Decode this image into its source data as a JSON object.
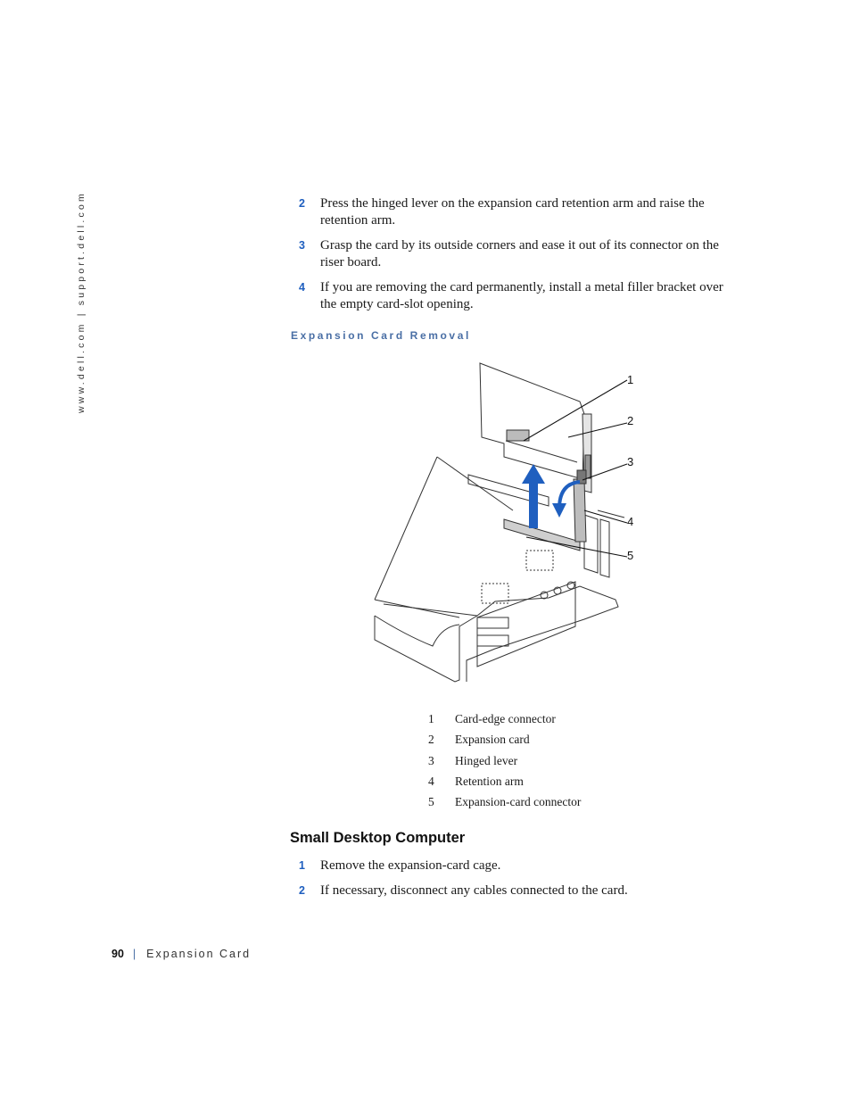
{
  "sidebar": {
    "url": "www.dell.com | support.dell.com"
  },
  "steps_top": [
    {
      "num": "2",
      "text": "Press the hinged lever on the expansion card retention arm and raise the retention arm."
    },
    {
      "num": "3",
      "text": "Grasp the card by its outside corners and ease it out of its connector on the riser board."
    },
    {
      "num": "4",
      "text": "If you are removing the card permanently, install a metal filler bracket over the empty card-slot opening."
    }
  ],
  "figure": {
    "caption": "Expansion Card Removal",
    "callouts": [
      "1",
      "2",
      "3",
      "4",
      "5"
    ]
  },
  "legend": [
    {
      "num": "1",
      "label": "Card-edge connector"
    },
    {
      "num": "2",
      "label": "Expansion card"
    },
    {
      "num": "3",
      "label": "Hinged lever"
    },
    {
      "num": "4",
      "label": "Retention arm"
    },
    {
      "num": "5",
      "label": "Expansion-card connector"
    }
  ],
  "section": {
    "heading": "Small Desktop Computer"
  },
  "steps_bottom": [
    {
      "num": "1",
      "text": "Remove the expansion-card cage."
    },
    {
      "num": "2",
      "text": "If necessary, disconnect any cables connected to the card."
    }
  ],
  "footer": {
    "page_number": "90",
    "separator": "|",
    "chapter": "Expansion Card"
  },
  "colors": {
    "accent": "#1f5fbf",
    "caption": "#4a6fa5"
  }
}
